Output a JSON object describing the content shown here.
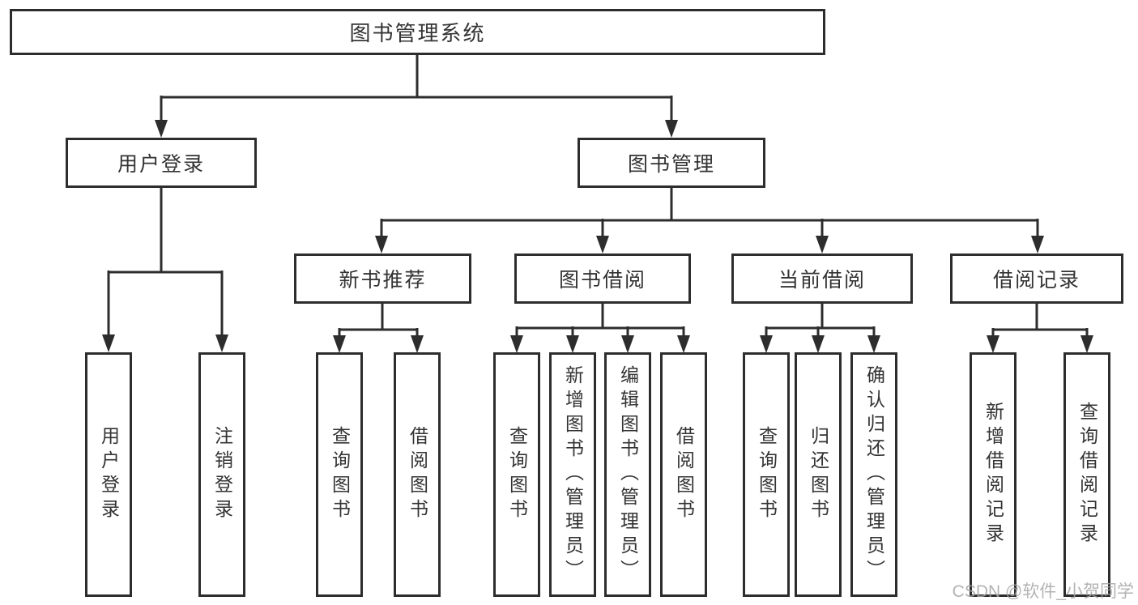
{
  "diagram": {
    "root": {
      "label": "图书管理系统"
    },
    "branches": [
      {
        "label": "用户登录",
        "children": [
          "用户登录",
          "注销登录"
        ]
      },
      {
        "label": "图书管理",
        "sections": [
          {
            "label": "新书推荐",
            "children": [
              "查询图书",
              "借阅图书"
            ]
          },
          {
            "label": "图书借阅",
            "children": [
              "查询图书",
              "新增图书（管理员）",
              "编辑图书（管理员）",
              "借阅图书"
            ]
          },
          {
            "label": "当前借阅",
            "children": [
              "查询图书",
              "归还图书",
              "确认归还（管理员）"
            ]
          },
          {
            "label": "借阅记录",
            "children": [
              "新增借阅记录",
              "查询借阅记录"
            ]
          }
        ]
      }
    ]
  },
  "watermark": "CSDN @软件_小贺同学",
  "colors": {
    "line": "#2d2d2d",
    "text": "#333333",
    "background": "#ffffff",
    "watermark": "#a6a6a6"
  }
}
